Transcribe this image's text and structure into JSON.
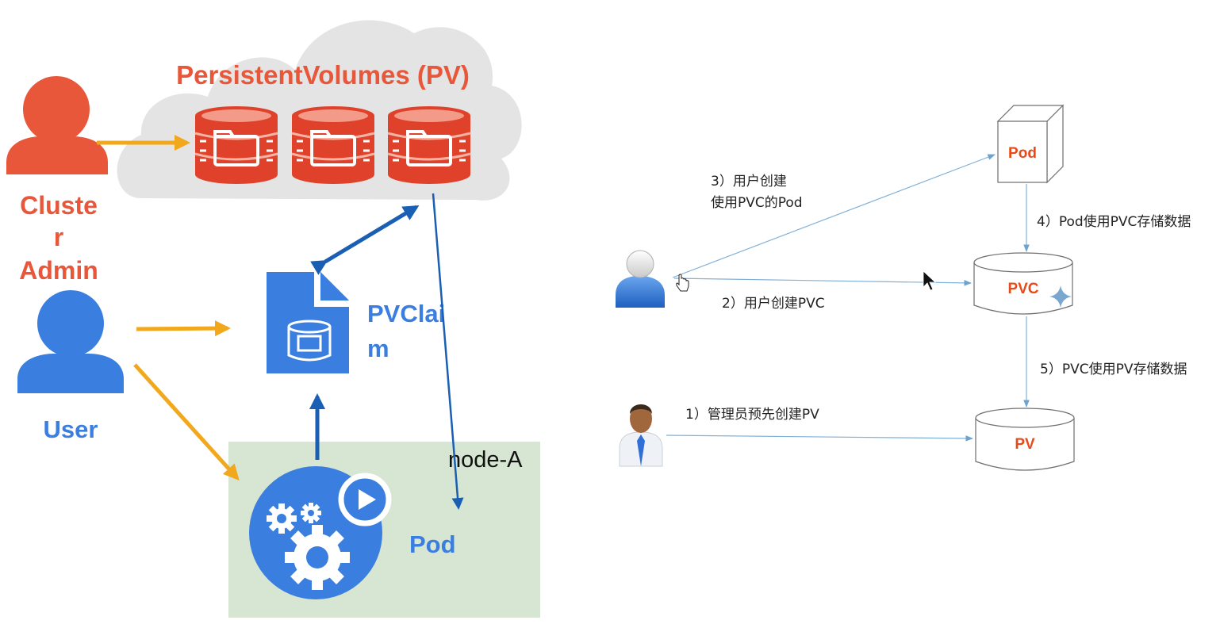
{
  "left_panel": {
    "cloud_title": "PersistentVolumes (PV)",
    "cluster_admin_label": [
      "Cluste",
      "r",
      "Admin"
    ],
    "user_label": "User",
    "pvc_label": [
      "PVClai",
      "m"
    ],
    "pod_label": "Pod",
    "node_label": "node-A"
  },
  "right_panel": {
    "pod_box": "Pod",
    "pvc_box": "PVC",
    "pv_box": "PV",
    "step3": [
      "3）用户创建",
      "使用PVC的Pod"
    ],
    "step2": "2）用户创建PVC",
    "step4": "4）Pod使用PVC存储数据",
    "step5": "5）PVC使用PV存储数据",
    "step1": "1）管理员预先创建PV"
  },
  "colors": {
    "orange": "#e8573a",
    "blue": "#3a7ee0",
    "arrow_yellow": "#f2a81d",
    "arrow_darkblue": "#1a5fb4",
    "line_lightblue": "#7fb0d8",
    "node_green": "#d6e6d2",
    "cloud_gray": "#e4e4e4"
  },
  "icons": [
    "cluster-admin-icon",
    "user-icon",
    "pv-disk-icon",
    "pvc-document-icon",
    "pod-gear-icon",
    "play-icon",
    "person-icon",
    "businessman-icon",
    "hand-cursor-icon",
    "arrow-cursor-icon",
    "sparkle-icon"
  ]
}
